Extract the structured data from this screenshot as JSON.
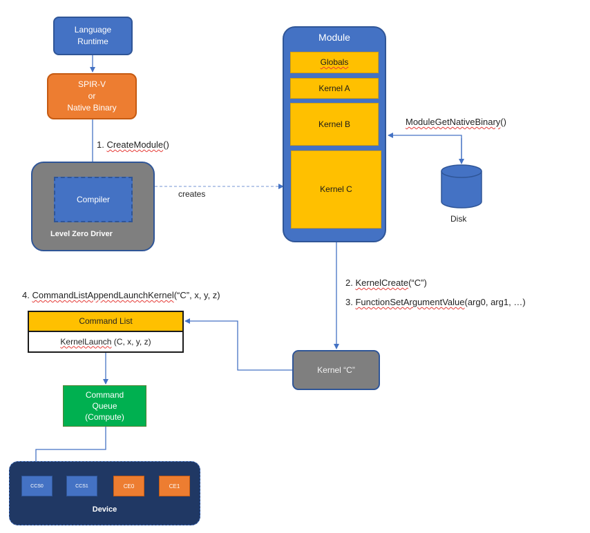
{
  "nodes": {
    "language_runtime": "Language Runtime",
    "spirv_line1": "SPIR-V",
    "spirv_line2": "or",
    "spirv_line3": "Native Binary",
    "compiler": "Compiler",
    "driver": "Level Zero Driver",
    "module": "Module",
    "globals": "Globals",
    "kernel_a": "Kernel A",
    "kernel_b": "Kernel B",
    "kernel_c": "Kernel C",
    "disk": "Disk",
    "kernel_c_instance": "Kernel “C”",
    "command_list": "Command List",
    "kernel_launch_fn": "KernelLaunch",
    "kernel_launch_args": " (C, x, y, z)",
    "cq_line1": "Command",
    "cq_line2": "Queue",
    "cq_line3": "(Compute)",
    "device": "Device",
    "engines": [
      "CCS0",
      "CCS1",
      "CE0",
      "CE1"
    ]
  },
  "edges": {
    "step1_num": "1. ",
    "step1_fn": "CreateModule",
    "step1_args": "()",
    "creates": "creates",
    "get_native_fn": "ModuleGetNativeBinary",
    "get_native_args": "()",
    "step2_num": "2. ",
    "step2_fn": "KernelCreate",
    "step2_args": "(“C”)",
    "step3_num": "3. ",
    "step3_fn": "FunctionSetArgumentValue",
    "step3_args": "(arg0, arg1, …)",
    "step4_num": "4. ",
    "step4_fn": "CommandListAppendLaunchKernel",
    "step4_args": "(“C”, x, y, z)"
  },
  "colors": {
    "blue": "#4472c4",
    "orange": "#ed7d31",
    "yellow": "#ffc000",
    "gray": "#7f7f7f",
    "green": "#00b050",
    "navy": "#203864",
    "connector": "#4472c4"
  }
}
